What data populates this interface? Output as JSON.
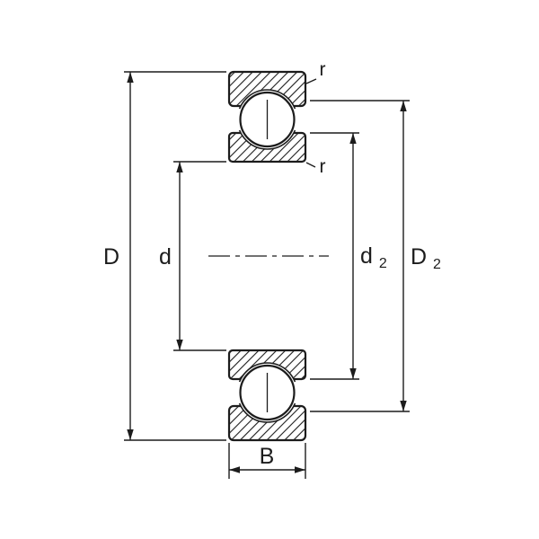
{
  "diagram": {
    "type": "bearing-cross-section-dimension-drawing",
    "colors": {
      "line": "#1c1c1c",
      "background": "#ffffff"
    },
    "labels": {
      "outer_diameter": "D",
      "bore_diameter": "d",
      "inner_shoulder_base": "d",
      "inner_shoulder_sub": "2",
      "outer_shoulder_base": "D",
      "outer_shoulder_sub": "2",
      "width": "B",
      "fillet_outer": "r",
      "fillet_inner": "r"
    }
  }
}
